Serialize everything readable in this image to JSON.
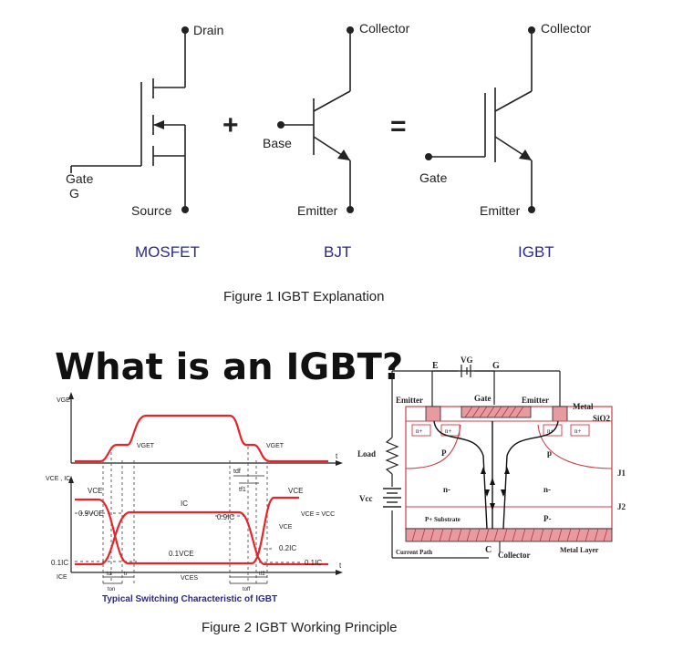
{
  "figure1": {
    "mosfet": {
      "drain": "Drain",
      "gate": "Gate",
      "gate_g": "G",
      "source": "Source",
      "name": "MOSFET"
    },
    "plus": "+",
    "bjt": {
      "collector": "Collector",
      "base": "Base",
      "emitter": "Emitter",
      "name": "BJT"
    },
    "equals": "=",
    "igbt": {
      "collector": "Collector",
      "gate": "Gate",
      "emitter": "Emitter",
      "name": "IGBT"
    },
    "caption": "Figure 1  IGBT Explanation"
  },
  "headline": "What is an IGBT?",
  "switching_chart": {
    "y_top": "VGE",
    "v_get_left": "VGET",
    "v_get_right": "VGET",
    "y_bottom": "VCE , IC",
    "vce_left": "VCE",
    "nine_vce": "0.9VCE",
    "ic": "IC",
    "nine_ic": "0.9IC",
    "vce_right": "VCE",
    "vce_eq": "VCE = VCC",
    "vce_mid": "VCE",
    "two_ic": "0.2IC",
    "one_ic_left": "0.1IC",
    "one_ic_right": "0.1IC",
    "one_vce": "0.1VCE",
    "ice": "ICE",
    "vces": "VCES",
    "tdf": "tdf",
    "tf1": "tf1",
    "td": "td",
    "ton": "ton",
    "tr": "tr",
    "tf2": "tf2",
    "toff": "toff",
    "t_axis_top": "t",
    "t_axis_bottom": "t",
    "caption": "Typical Switching Characteristic of IGBT",
    "line_color": "#e8242a"
  },
  "structure": {
    "e": "E",
    "vg": "VG",
    "g": "G",
    "emitter_left": "Emitter",
    "gate": "Gate",
    "emitter_right": "Emitter",
    "metal": "Metal",
    "sio2": "SiO2",
    "load": "Load",
    "vcc": "Vcc",
    "n_plus_1": "n+",
    "n_plus_2": "n+",
    "n_plus_3": "n+",
    "n_plus_4": "n+",
    "p_left": "P",
    "p_right": "p",
    "j1": "J1",
    "n_minus_left": "n-",
    "n_minus_right": "n-",
    "p_substrate": "P+ Substrate",
    "p_minus": "P-",
    "j2": "J2",
    "current_path": "Current Path",
    "c": "C",
    "collector": "Collector",
    "metal_layer": "Metal Layer",
    "region_color": "#c8404a",
    "fill_color": "#e79aa0"
  },
  "figure2_caption": "Figure 2  IGBT Working Principle"
}
